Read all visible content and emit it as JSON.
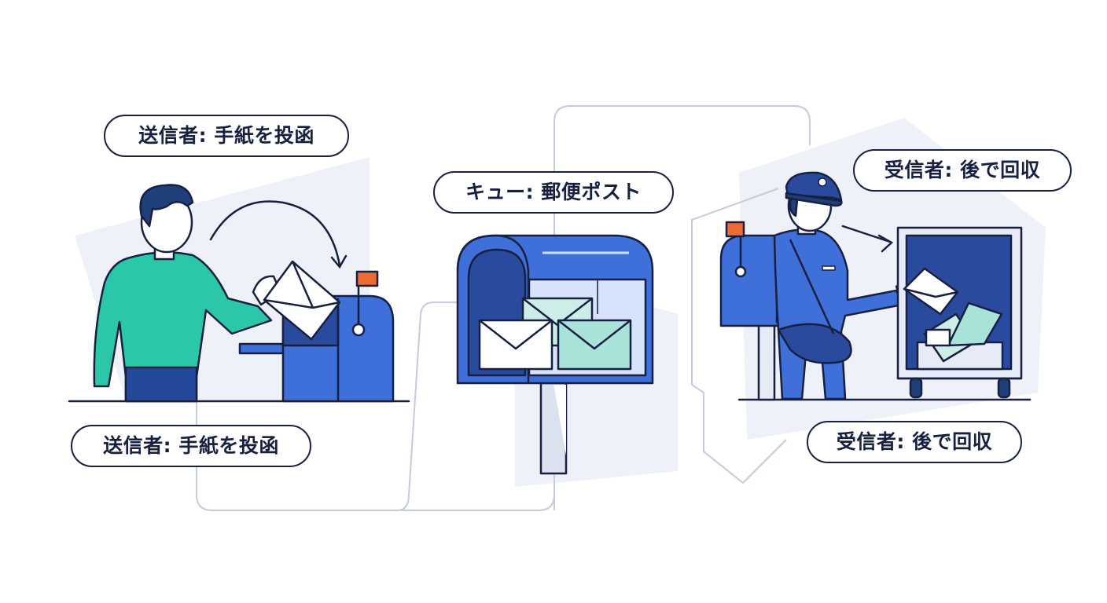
{
  "labels": {
    "sender_top": "送信者: 手紙を投函",
    "sender_bottom": "送信者: 手紙を投函",
    "queue": "キュー: 郵便ポスト",
    "receiver_top": "受信者: 後で回収",
    "receiver_bottom": "受信者: 後で回収"
  },
  "colors": {
    "outline": "#172041",
    "mailbox_blue": "#3f6fd8",
    "mailbox_dark": "#2a4a9e",
    "sweater_teal": "#2ac7a8",
    "flag_orange": "#ee6a34",
    "connector_gray": "#c3cbdd",
    "backdrop": "#eef1f8"
  }
}
